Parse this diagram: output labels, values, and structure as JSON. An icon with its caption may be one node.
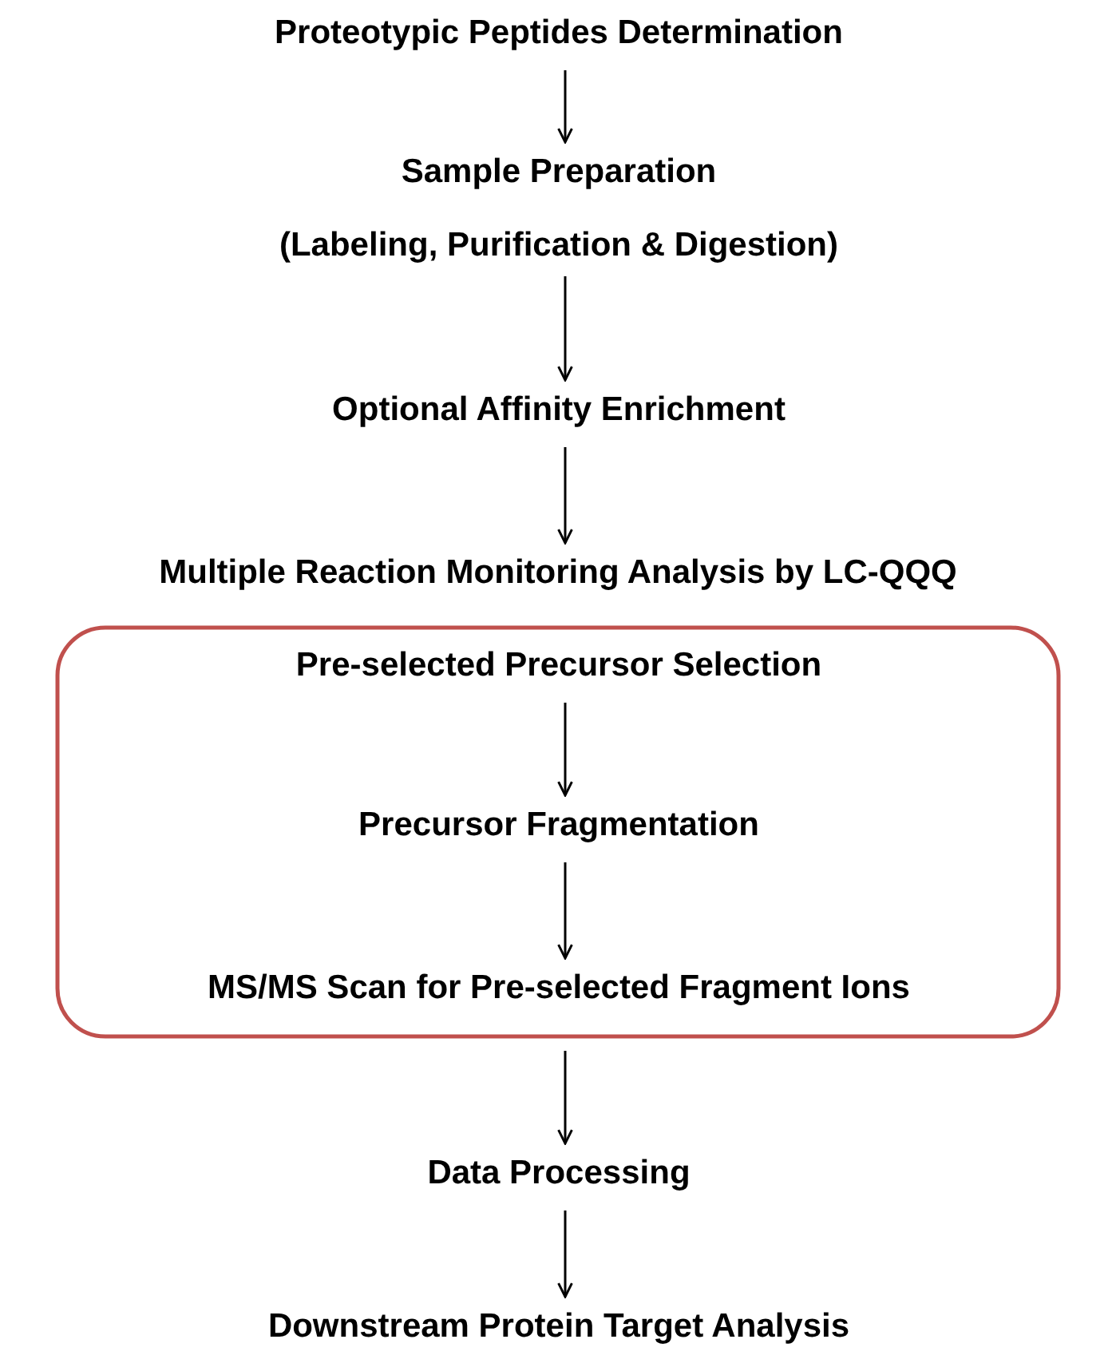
{
  "diagram": {
    "nodes": [
      {
        "text": [
          "Proteotypic Peptides Determination"
        ]
      },
      {
        "text": [
          "Sample Preparation",
          "(Labeling, Purification & Digestion)"
        ]
      },
      {
        "text": [
          "Optional Affinity Enrichment"
        ]
      },
      {
        "text": [
          "Multiple Reaction Monitoring Analysis by LC-QQQ"
        ]
      },
      {
        "text": [
          "Pre-selected Precursor Selection"
        ],
        "in": 3
      },
      {
        "text": [
          "Precursor Fragmentation"
        ],
        "in": 3
      },
      {
        "text": [
          "MS/MS Scan for Pre-selected Fragment Ions"
        ],
        "in": 3
      },
      {
        "text": [
          "Data Processing"
        ]
      },
      {
        "text": [
          "Downstream Protein Target Analysis"
        ]
      }
    ],
    "edges": [
      {
        "from": 0,
        "to": 1,
        "arrow": "to"
      },
      {
        "from": 1,
        "to": 2,
        "arrow": "to"
      },
      {
        "from": 2,
        "to": 3,
        "arrow": "to"
      },
      {
        "from": 4,
        "to": 5,
        "arrow": "to"
      },
      {
        "from": 5,
        "to": 6,
        "arrow": "to"
      },
      {
        "from": 3,
        "to": 7,
        "arrow": "to"
      },
      {
        "from": 7,
        "to": 8,
        "arrow": "to"
      }
    ]
  }
}
